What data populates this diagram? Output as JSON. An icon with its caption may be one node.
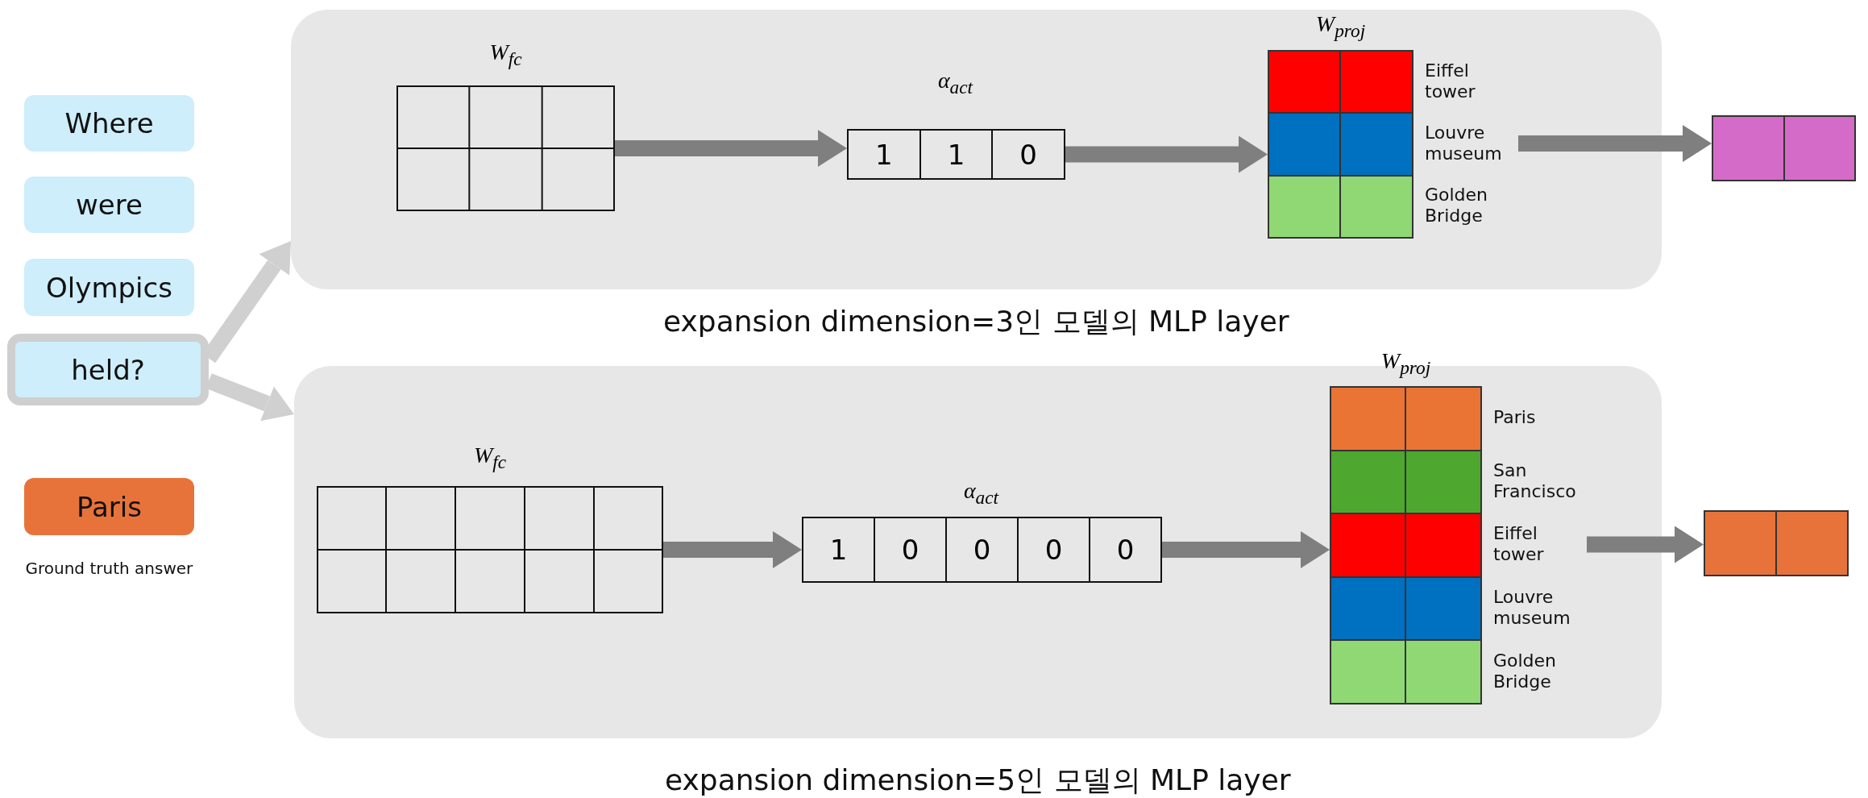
{
  "diagram": {
    "nodes": [
      {
        "text": [
          "Where"
        ]
      },
      {
        "text": [
          "were"
        ]
      },
      {
        "text": [
          "Olympics"
        ]
      },
      {
        "text": [
          "held?"
        ]
      },
      {
        "text": [
          "Paris"
        ],
        "beside": [
          "Ground truth answer"
        ]
      },
      {
        "text": [],
        "shape": "box",
        "beside": [
          "expansion dimension=3인 모델의 MLP layer"
        ]
      },
      {
        "text": [
          "W$_{fc}$"
        ],
        "in": 5
      },
      {
        "text": [
          "α$_{act}$",
          "1",
          "1",
          "0"
        ],
        "in": 5
      },
      {
        "text": [
          "W$_{proj}$",
          "Eiffel tower",
          "Louvre museum",
          "Golden Bridge"
        ],
        "in": 5
      },
      {
        "text": [],
        "shape": "box"
      },
      {
        "text": [],
        "shape": "box",
        "beside": [
          "expansion dimension=5인 모델의 MLP layer"
        ]
      },
      {
        "text": [
          "W$_{fc}$"
        ],
        "in": 10
      },
      {
        "text": [
          "α$_{act}$",
          "1",
          "0",
          "0",
          "0",
          "0"
        ],
        "in": 10
      },
      {
        "text": [
          "W$_{proj}$",
          "Paris",
          "San Francisco",
          "Eiffel tower",
          "Louvre museum",
          "Golden Bridge"
        ],
        "in": 10
      },
      {
        "text": [],
        "shape": "box"
      }
    ],
    "edges": [
      {
        "from": 3,
        "to": 5,
        "arrow": "to",
        "color": "#d0d0d0"
      },
      {
        "from": 3,
        "to": 10,
        "arrow": "to",
        "color": "#d0d0d0"
      },
      {
        "from": 6,
        "to": 7,
        "arrow": "to"
      },
      {
        "from": 7,
        "to": 8,
        "arrow": "to"
      },
      {
        "from": 8,
        "to": 9,
        "arrow": "to"
      },
      {
        "from": 11,
        "to": 12,
        "arrow": "to"
      },
      {
        "from": 12,
        "to": 13,
        "arrow": "to"
      },
      {
        "from": 13,
        "to": 14,
        "arrow": "to"
      }
    ]
  }
}
